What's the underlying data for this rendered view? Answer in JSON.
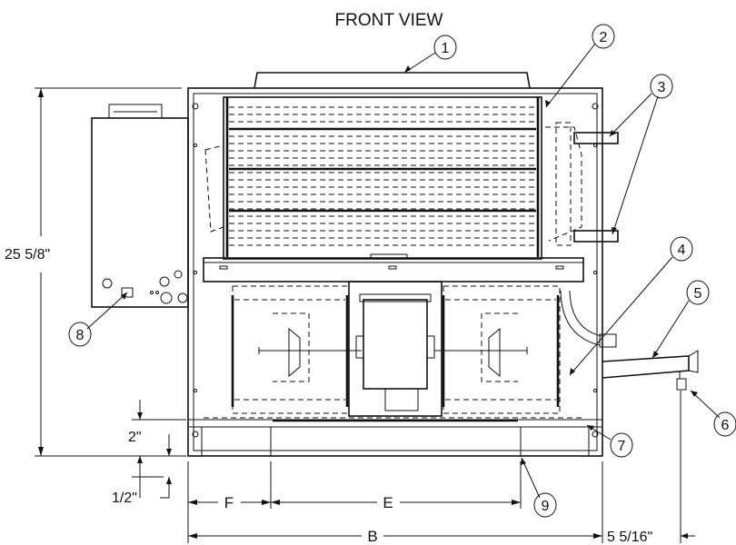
{
  "title": "FRONT VIEW",
  "callouts": [
    "1",
    "2",
    "3",
    "4",
    "5",
    "6",
    "7",
    "8",
    "9"
  ],
  "dimensions": {
    "height": "25 5/8\"",
    "base_height": "2\"",
    "offset": "1/2\"",
    "width_f": "F",
    "width_e": "E",
    "width_b": "B",
    "extension": "5 5/16\""
  }
}
